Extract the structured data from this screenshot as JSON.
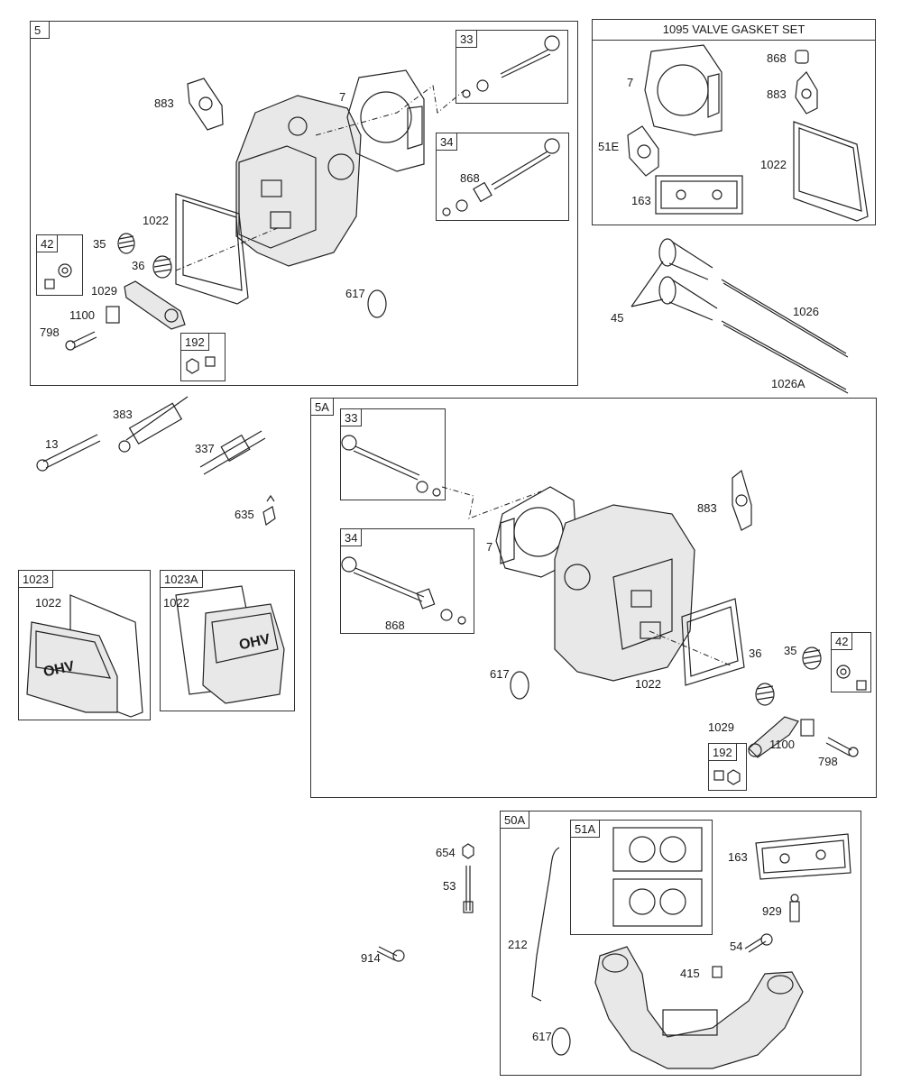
{
  "boxes": {
    "b5": "5",
    "b33": "33",
    "b34": "34",
    "b42": "42",
    "b192": "192",
    "b1095": "1095 VALVE GASKET SET",
    "b5A": "5A",
    "b5A_33": "33",
    "b5A_34": "34",
    "b5A_42": "42",
    "b5A_192": "192",
    "b1023": "1023",
    "b1023A": "1023A",
    "b50A": "50A",
    "b51A": "51A"
  },
  "labels": {
    "a883": "883",
    "a7": "7",
    "a1022": "1022",
    "a35": "35",
    "a36": "36",
    "a1029": "1029",
    "a1100": "1100",
    "a798": "798",
    "a617": "617",
    "a868": "868",
    "g7": "7",
    "g868": "868",
    "g883": "883",
    "g51E": "51E",
    "g1022": "1022",
    "g163": "163",
    "p45": "45",
    "p1026": "1026",
    "p1026A": "1026A",
    "m13": "13",
    "m383": "383",
    "m337": "337",
    "m635": "635",
    "c1022a": "1022",
    "c1022b": "1022",
    "d868": "868",
    "d7": "7",
    "d883": "883",
    "d617": "617",
    "d1022": "1022",
    "d36": "36",
    "d35": "35",
    "d1029": "1029",
    "d1100": "1100",
    "d798": "798",
    "e654": "654",
    "e53": "53",
    "e914": "914",
    "e212": "212",
    "e163": "163",
    "e929": "929",
    "e54": "54",
    "e415": "415",
    "e617": "617"
  },
  "cover_emblem": "OHV"
}
